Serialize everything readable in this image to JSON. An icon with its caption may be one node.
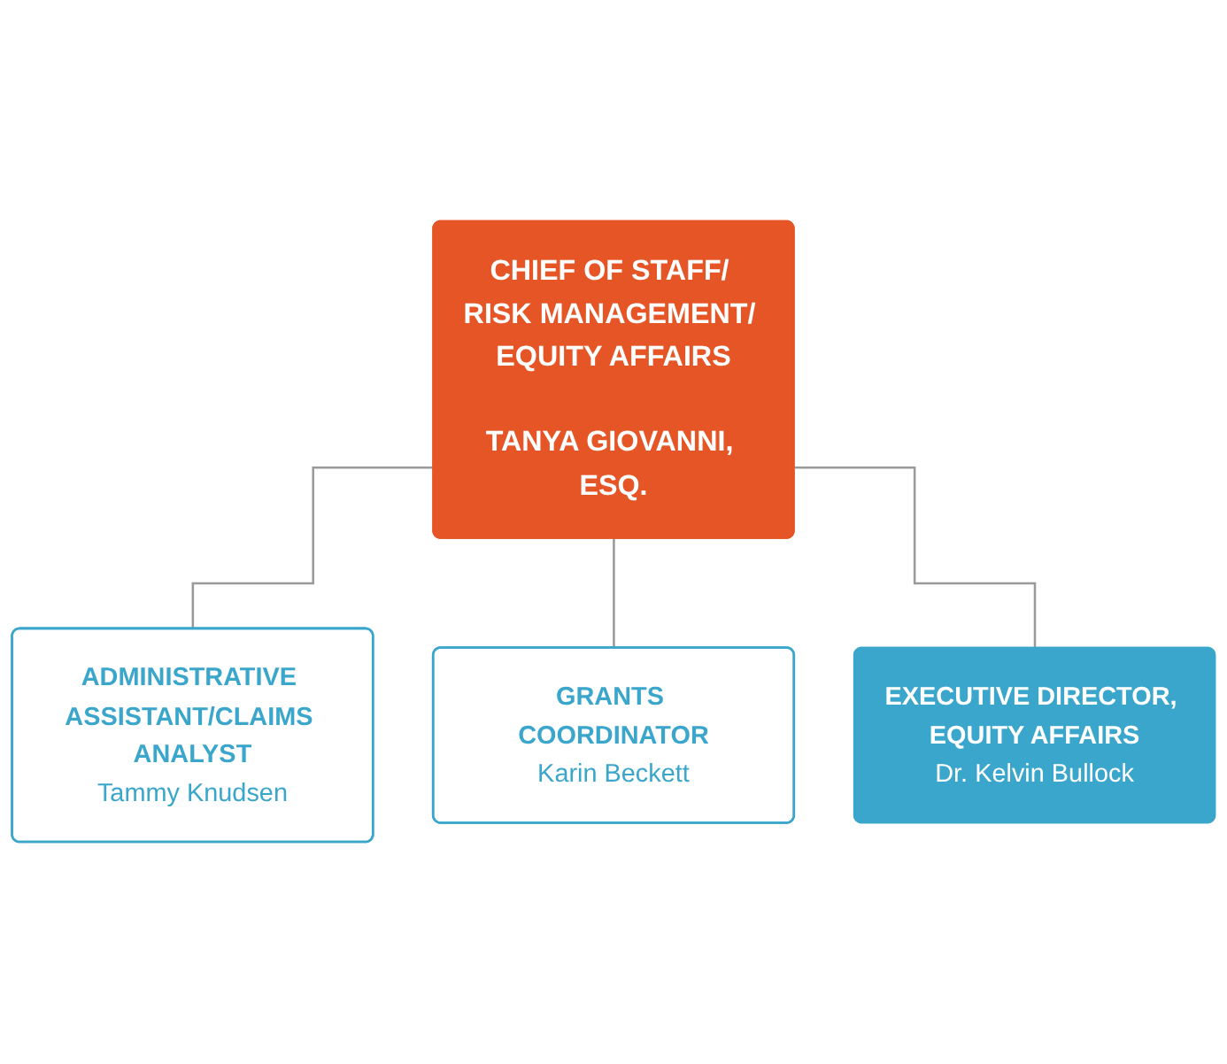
{
  "diagram": {
    "nodes": [
      {
        "text": [
          "CHIEF OF STAFF/ RISK MANAGEMENT/ EQUITY AFFAIRS",
          "TANYA GIOVANNI, ESQ."
        ]
      },
      {
        "text": [
          "ADMINISTRATIVE ASSISTANT/CLAIMS ANALYST",
          "Tammy Knudsen"
        ]
      },
      {
        "text": [
          "GRANTS COORDINATOR",
          "Karin Beckett"
        ]
      },
      {
        "text": [
          "EXECUTIVE DIRECTOR, EQUITY AFFAIRS",
          "Dr. Kelvin Bullock"
        ]
      }
    ],
    "edges": [
      {
        "from": 0,
        "to": 1,
        "arrow": "none"
      },
      {
        "from": 0,
        "to": 2,
        "arrow": "none"
      },
      {
        "from": 0,
        "to": 3,
        "arrow": "none"
      }
    ]
  }
}
